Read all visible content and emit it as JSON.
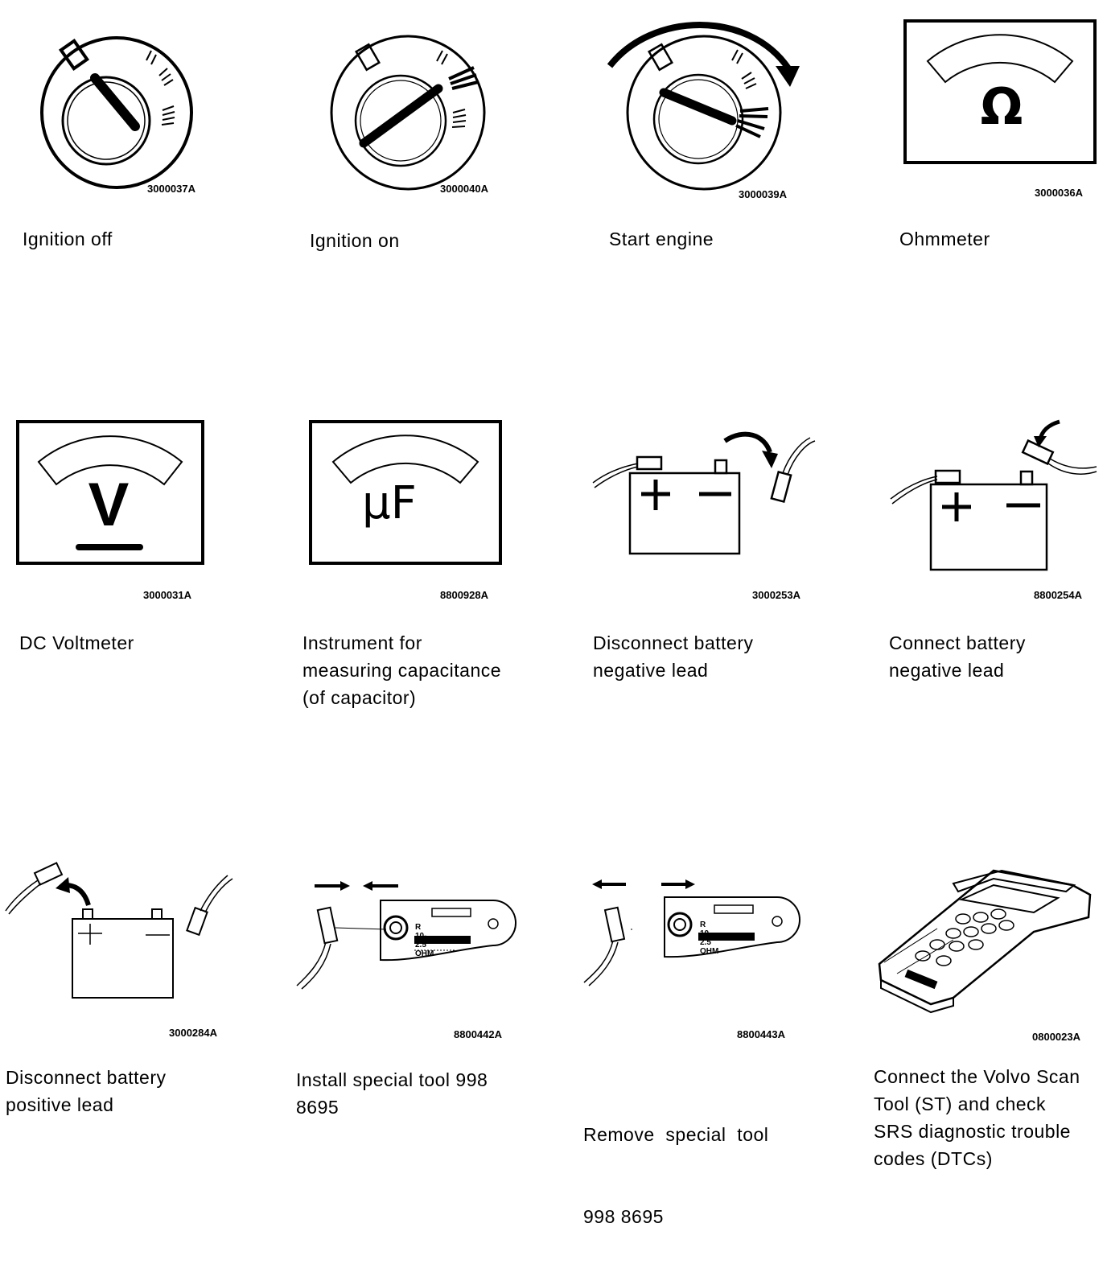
{
  "items": [
    {
      "code": "3000037A",
      "caption": [
        "Ignition off"
      ],
      "icon": "ignition-off-icon"
    },
    {
      "code": "3000040A",
      "caption": [
        "Ignition on"
      ],
      "icon": "ignition-on-icon"
    },
    {
      "code": "3000039A",
      "caption": [
        "Start engine"
      ],
      "icon": "start-engine-icon"
    },
    {
      "code": "3000036A",
      "caption": [
        "Ohmmeter"
      ],
      "icon": "ohmmeter-icon",
      "symbol": "Ω"
    },
    {
      "code": "3000031A",
      "caption": [
        "DC Voltmeter"
      ],
      "icon": "voltmeter-icon",
      "symbol": "V"
    },
    {
      "code": "8800928A",
      "caption": [
        "Instrument for",
        "measuring capacitance",
        "(of capacitor)"
      ],
      "icon": "capacitance-meter-icon",
      "symbol": "μF"
    },
    {
      "code": "3000253A",
      "caption": [
        "Disconnect battery",
        "negative lead"
      ],
      "icon": "battery-disconnect-negative-icon"
    },
    {
      "code": "8800254A",
      "caption": [
        "Connect battery",
        "negative lead"
      ],
      "icon": "battery-connect-negative-icon"
    },
    {
      "code": "3000284A",
      "caption": [
        "Disconnect battery",
        "positive lead"
      ],
      "icon": "battery-disconnect-positive-icon"
    },
    {
      "code": "8800442A",
      "caption": [
        "Install special tool 998",
        "8695"
      ],
      "icon": "install-special-tool-icon",
      "tool_label": "R 10-2.5 OHM"
    },
    {
      "code": "8800443A",
      "caption": [
        "Remove  special  tool",
        "998 8695"
      ],
      "icon": "remove-special-tool-icon",
      "tool_label": "R 10-2.5 OHM"
    },
    {
      "code": "0800023A",
      "caption": [
        "Connect the Volvo Scan",
        "Tool (ST) and check",
        "SRS diagnostic trouble",
        "codes (DTCs)"
      ],
      "icon": "volvo-scan-tool-icon"
    }
  ]
}
